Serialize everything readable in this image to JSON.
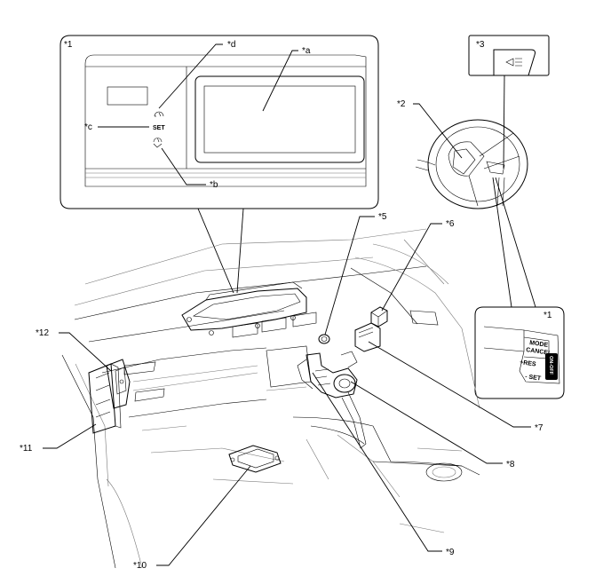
{
  "callouts": {
    "c1_detail": "*1",
    "c1_switch": "*1",
    "c2": "*2",
    "c3": "*3",
    "c5": "*5",
    "c6": "*6",
    "c7": "*7",
    "c8": "*8",
    "c9": "*9",
    "c10": "*10",
    "c11": "*11",
    "c12": "*12",
    "ca": "*a",
    "cb": "*b",
    "cc": "*c",
    "cd": "*d"
  },
  "meter_text": {
    "set": "SET"
  },
  "switch_text": {
    "mode": "MODE",
    "cancel": "CANCEL",
    "res": "+RES",
    "set": "- SET",
    "on_off": "ON-OFF"
  },
  "icons": {
    "cruise_indicator": "cruise-control-indicator-icon",
    "cruise_set_indicator": "cruise-set-indicator-icon",
    "vehicle_distance": "vehicle-distance-icon"
  }
}
